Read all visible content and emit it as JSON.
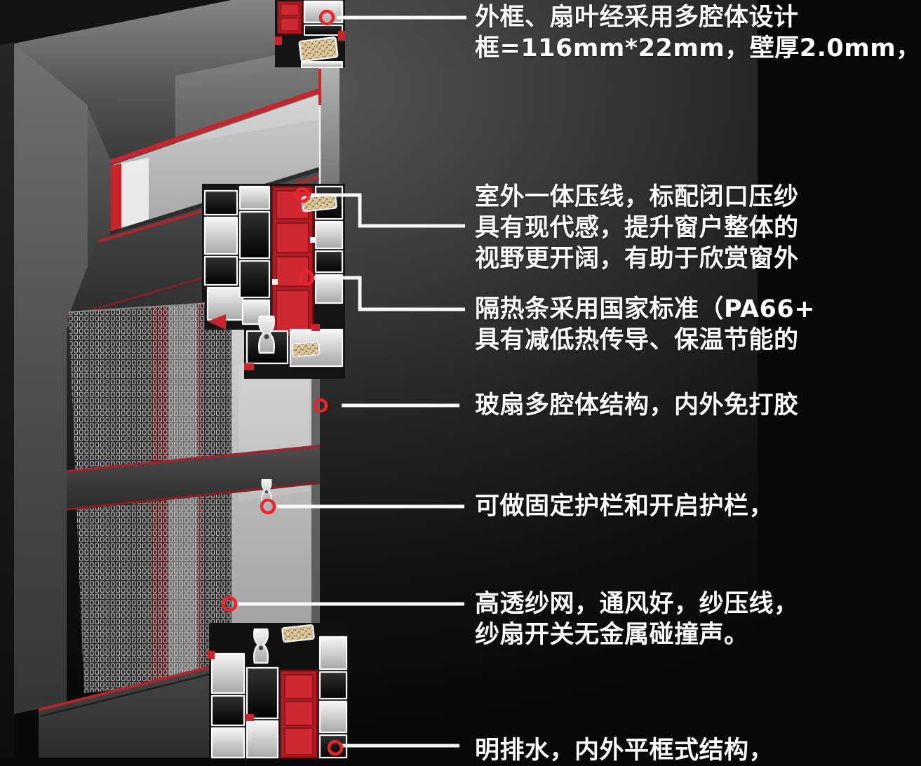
{
  "colors": {
    "accent_red": "#c9242b",
    "marker_red": "#e8252a",
    "callout_line": "#f7f7f7",
    "text": "#ffffff",
    "background_dark": "#0b0b0b",
    "aluminum_light": "#e8e8e8",
    "foam_tan": "#d9c49a"
  },
  "annotations": [
    {
      "id": "multi-chamber-profile",
      "lines": [
        "外框、扇叶经采用多腔体设计",
        "框=116mm*22mm，壁厚2.0mm，"
      ]
    },
    {
      "id": "exterior-pressure-line",
      "lines": [
        "室外一体压线，标配闭口压纱",
        "具有现代感，提升窗户整体的",
        "视野更开阔，有助于欣赏窗外"
      ]
    },
    {
      "id": "thermal-break",
      "lines": [
        "隔热条采用国家标准（PA66+",
        "具有减低热传导、保温节能的"
      ]
    },
    {
      "id": "glass-sash",
      "lines": [
        "玻扇多腔体结构，内外免打胶"
      ]
    },
    {
      "id": "guard-rail",
      "lines": [
        "可做固定护栏和开启护栏，"
      ]
    },
    {
      "id": "screen-mesh",
      "lines": [
        "高透纱网，通风好，纱压线，",
        "纱扇开关无金属碰撞声。"
      ]
    },
    {
      "id": "drainage",
      "lines": [
        "明排水，内外平框式结构，"
      ]
    }
  ]
}
